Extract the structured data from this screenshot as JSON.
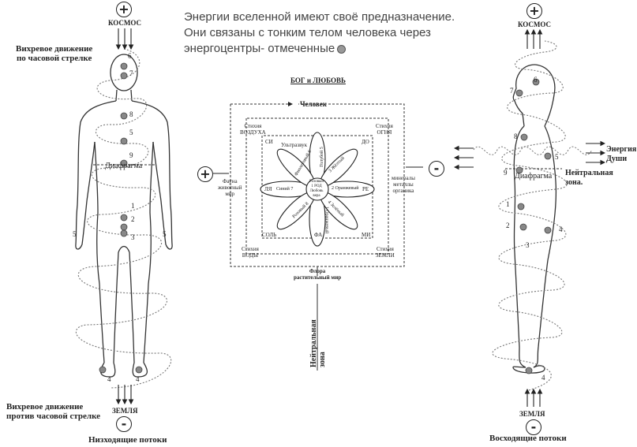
{
  "header": {
    "line1": "Энергии вселенной имеют своё предназначение.",
    "line2": "Они связаны  с тонким телом человека через",
    "line3": "энергоцентры- отмеченные"
  },
  "left_figure": {
    "plus_sign": "+",
    "minus_sign": "-",
    "cosmos": "КОСМОС",
    "earth": "ЗЕМЛЯ",
    "top_note": [
      "Вихревое движение",
      "по часовой стрелке"
    ],
    "bottom_note": [
      "Вихревое движение",
      "против часовой стрелке"
    ],
    "caption": "Низходящие потоки",
    "diaphragm": "Диафрагма",
    "centers": [
      "6",
      "7",
      "8",
      "5",
      "9",
      "1",
      "2",
      "3",
      "5",
      "5",
      "4",
      "4"
    ]
  },
  "right_figure": {
    "plus_sign": "+",
    "minus_sign": "-",
    "cosmos": "КОСМОС",
    "earth": "ЗЕМЛЯ",
    "caption": "Восходящие потоки",
    "diaphragm": "Диафрагма",
    "neutral_zone": [
      "Нейтральная",
      "зона."
    ],
    "energy_label": [
      "Энергия",
      "Души"
    ],
    "centers": [
      "6",
      "7",
      "8",
      "5",
      "9",
      "1",
      "2",
      "3",
      "4",
      "4"
    ]
  },
  "center_diagram": {
    "title": "БОГ и ЛЮБОВЬ",
    "plus_sign": "+",
    "minus_sign": "-",
    "chelovek": "Человек",
    "ultrazvuk": "Ультразвук",
    "stihiya_vozduha": [
      "Стихия",
      "ВОЗДУХА"
    ],
    "stihiya_ognya": [
      "Стихия",
      "ОГНЯ"
    ],
    "stihiya_vody": [
      "Стихия",
      "ВОДЫ"
    ],
    "stihiya_zemli": [
      "Стихия",
      "ЗЕМЛИ"
    ],
    "fauna": [
      "Фауна",
      "животный",
      "мир"
    ],
    "minerals": [
      "минералы",
      "металлы",
      "органика"
    ],
    "flora": [
      "Флора",
      "растительный мир"
    ],
    "notes": [
      "СИ",
      "ДО",
      "ЛЯ",
      "РЕ",
      "СОЛЬ",
      "ФА",
      "МИ"
    ],
    "petals": [
      "Фиолетовый 6",
      "Голубой 5",
      "3 Жёлтый",
      "2 Оранжевый",
      "4 Зелёный",
      "Розовый 8",
      "Синий 7",
      "1 Оранжевый"
    ],
    "core": [
      "Розовый",
      "1 РОД",
      "Любовь",
      "вера"
    ],
    "neutral_vertical": [
      "Нейтральная",
      "зона"
    ]
  },
  "colors": {
    "line": "#222222",
    "center_dot": "#888888",
    "spiral": "#777777"
  }
}
